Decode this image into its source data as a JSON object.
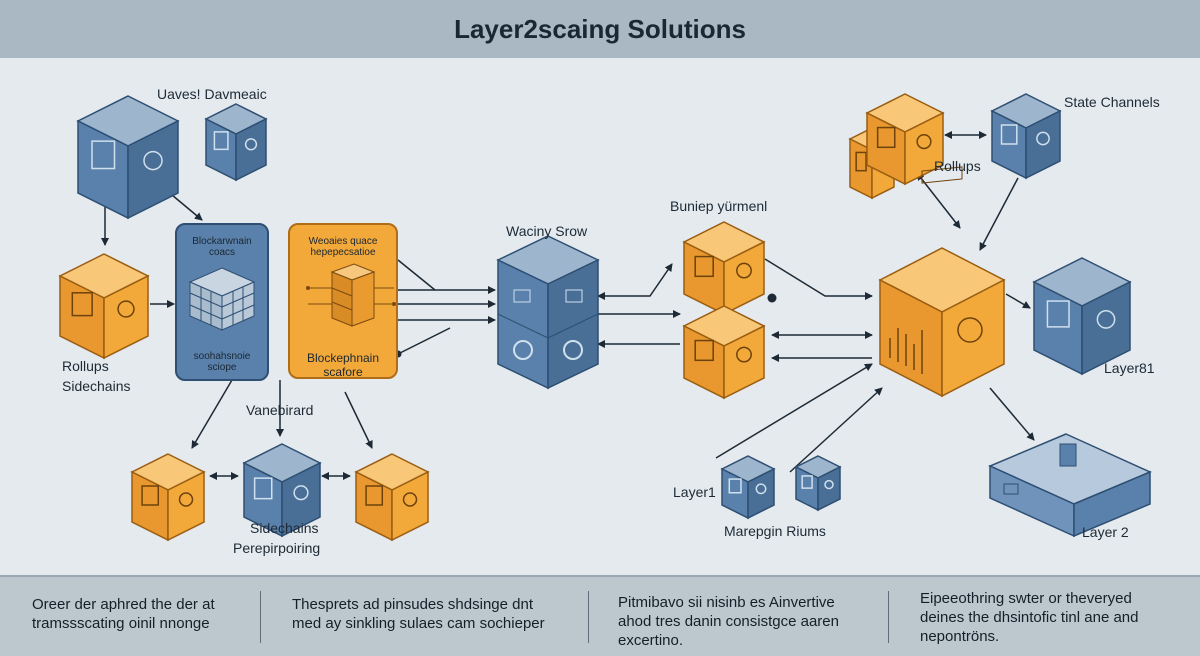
{
  "title": "Layer2scaing Solutions",
  "labels": {
    "uaves": "Uaves! Davmeaic",
    "rollups_left": "Rollups",
    "sidechains_left": "Sidechains",
    "vanebirard": "Vanebirard",
    "sidechains_bottom": "Sidechains",
    "perepirpoiring": "Perepirpoiring",
    "waciny_srow": "Waciny Srow",
    "buniep": "Buniep yürmenl",
    "state_channels": "State  Channels",
    "rollups_right": "Rollups",
    "layer81": "Layer81",
    "layer1": "Layer1",
    "marepgin": "Marepgin Riums",
    "layer2": "Layer 2"
  },
  "panels": {
    "blue_top": "Blockarwnain\ncoacs",
    "blue_bottom": "soohahsnoie\nsciope",
    "orange_top": "Weoaies quace\nhepepecsatioe",
    "orange_bottom": "Blockephnain\nscafore"
  },
  "footer": {
    "col1": "Oreer der aphred the der at\ntramssscating oinil nnonge",
    "col2": "Thesprets ad pinsudes shdsinge dnt\nmed ay sinkling sulaes cam sochieper",
    "col3": "Pitmibavo sii nisinb es Ainvertive\nahod tres danin consistgce aaren\nexcertino.",
    "col4": "Eipeeothring swter or  theveryed\ndeines the dhsintofic tinl ane and\nnepontröns."
  },
  "colors": {
    "blue": "#5a81ab",
    "blue_dark": "#2e4f73",
    "orange": "#f2a93a",
    "orange_dark": "#b06d18",
    "background": "#e4eaee",
    "title_bar": "#a9b8c2",
    "footer": "#bcc7ce"
  }
}
